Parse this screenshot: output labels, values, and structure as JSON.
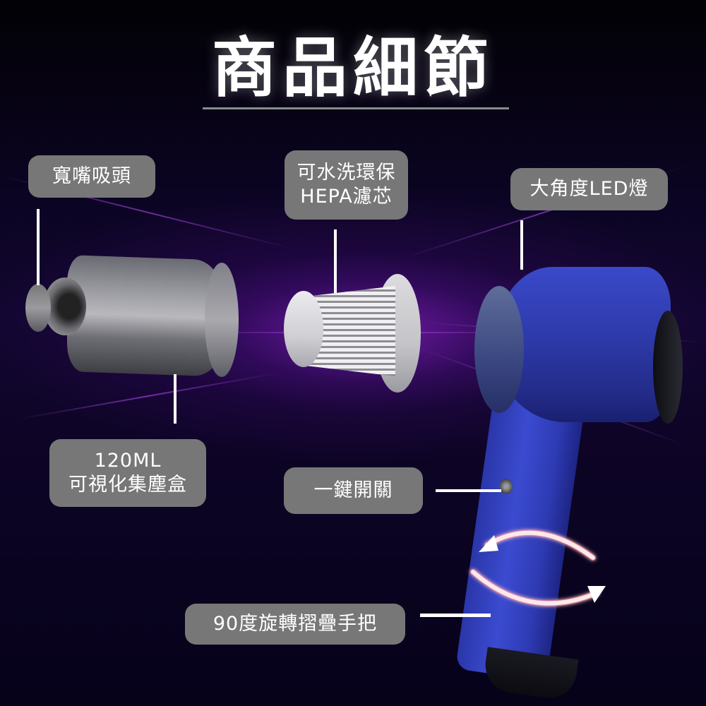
{
  "page": {
    "title": "商品細節",
    "background_color": "#070214",
    "accent_glow": "#a028dc",
    "label_bg": "#777777"
  },
  "labels": {
    "wide_nozzle": "寬嘴吸頭",
    "hepa_filter_line1": "可水洗環保",
    "hepa_filter_line2": "HEPA濾芯",
    "led_light": "大角度LED燈",
    "dust_cup_line1": "120ML",
    "dust_cup_line2": "可視化集塵盒",
    "power_switch": "一鍵開關",
    "folding_handle": "90度旋轉摺疊手把"
  },
  "product": {
    "body_color": "#2f3cae",
    "parts": [
      "dust-cup",
      "hepa-filter",
      "vacuum-body"
    ]
  }
}
